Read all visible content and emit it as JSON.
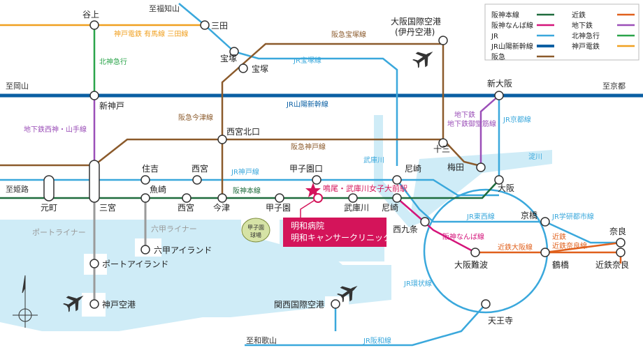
{
  "colors": {
    "hanshin": "#1e6b3c",
    "hanshin_namba": "#d4147a",
    "jr": "#3aa8dc",
    "jr_sanyo_shinkansen": "#0a5fa3",
    "hankyu": "#8b5a2b",
    "kintetsu": "#e0601c",
    "subway": "#9b4fb8",
    "hokushin": "#2aa44a",
    "kobe_dentetsu": "#f0a020",
    "water": "#cfecf7",
    "portliner": "#9a9a9a",
    "highlight": "#d4145a"
  },
  "legend": [
    {
      "label": "阪神本線",
      "color_key": "hanshin"
    },
    {
      "label": "阪神なんば線",
      "color_key": "hanshin_namba"
    },
    {
      "label": "JR",
      "color_key": "jr"
    },
    {
      "label": "JR山陽新幹線",
      "color_key": "jr_sanyo_shinkansen"
    },
    {
      "label": "阪急",
      "color_key": "hankyu"
    },
    {
      "label": "近鉄",
      "color_key": "kintetsu"
    },
    {
      "label": "地下鉄",
      "color_key": "subway"
    },
    {
      "label": "北神急行",
      "color_key": "hokushin"
    },
    {
      "label": "神戸電鉄",
      "color_key": "kobe_dentetsu"
    }
  ],
  "directions": {
    "fukuchiyama": "至福知山",
    "okayama": "至岡山",
    "kyoto": "至京都",
    "himeji": "至姫路",
    "wakayama": "至和歌山"
  },
  "lines": {
    "kobe_dentetsu": "神戸電鉄 有馬線 三田線",
    "hankyu_takarazuka": "阪急宝塚線",
    "jr_takarazuka": "JR宝塚線",
    "hokushin": "北神急行",
    "jr_sanyo_shinkansen": "JR山陽新幹線",
    "hankyu_imazu": "阪急今津線",
    "subway_nishishin": "地下鉄西神・山手線",
    "subway_midosuji": "地下鉄御堂筋線",
    "jr_kyoto": "JR京都線",
    "hankyu_kobe": "阪急神戸線",
    "jr_kobe": "JR神戸線",
    "hanshin_main": "阪神本線",
    "yodogawa": "淀川",
    "mukogawa": "武庫川",
    "portliner": "ポートライナー",
    "rokko_liner": "六甲ライナー",
    "jr_tozai": "JR東西線",
    "jr_gakkentoshi": "JR学研都市線",
    "hanshin_namba": "阪神なんば線",
    "kintetsu_osaka": "近鉄大阪線",
    "kintetsu_nara": "近鉄奈良線",
    "jr_loop": "JR環状線",
    "jr_hanwa": "JR阪和線"
  },
  "stations": {
    "taniue": "谷上",
    "sanda": "三田",
    "takarazuka_jr": "宝塚",
    "takarazuka_hankyu": "宝塚",
    "itami_airport": "大阪国際空港",
    "itami_airport_sub": "(伊丹空港)",
    "shinosaka": "新大阪",
    "shinkobe": "新神戸",
    "nishinomiya_kitaguchi": "西宮北口",
    "juso": "十三",
    "umeda": "梅田",
    "sumiyoshi": "住吉",
    "nishinomiya_jr": "西宮",
    "koshienguchi": "甲子園口",
    "amagasaki_jr": "尼崎",
    "osaka": "大阪",
    "motomachi": "元町",
    "sannomiya": "三宮",
    "uozaki": "魚崎",
    "nishinomiya_hanshin": "西宮",
    "imazu": "今津",
    "koshien": "甲子園",
    "mukogawa": "武庫川",
    "amagasaki_hanshin": "尼崎",
    "naruo": "鳴尾・武庫川女子大前駅",
    "nishikujo": "西九条",
    "kyobashi": "京橋",
    "rokko_island": "六甲アイランド",
    "port_island": "ポートアイランド",
    "kobe_airport": "神戸空港",
    "osaka_namba": "大阪難波",
    "tsuruhashi": "鶴橋",
    "nara": "奈良",
    "kintetsu_nara": "近鉄奈良",
    "kansai_airport": "関西国際空港",
    "tennoji": "天王寺"
  },
  "landmarks": {
    "koshien_stadium": "甲子園球場",
    "hospital_line1": "明和病院",
    "hospital_line2": "明和キャンサークリニック"
  },
  "icons": {
    "airplane": "airplane-icon",
    "compass": "compass-icon",
    "star": "star-icon"
  }
}
